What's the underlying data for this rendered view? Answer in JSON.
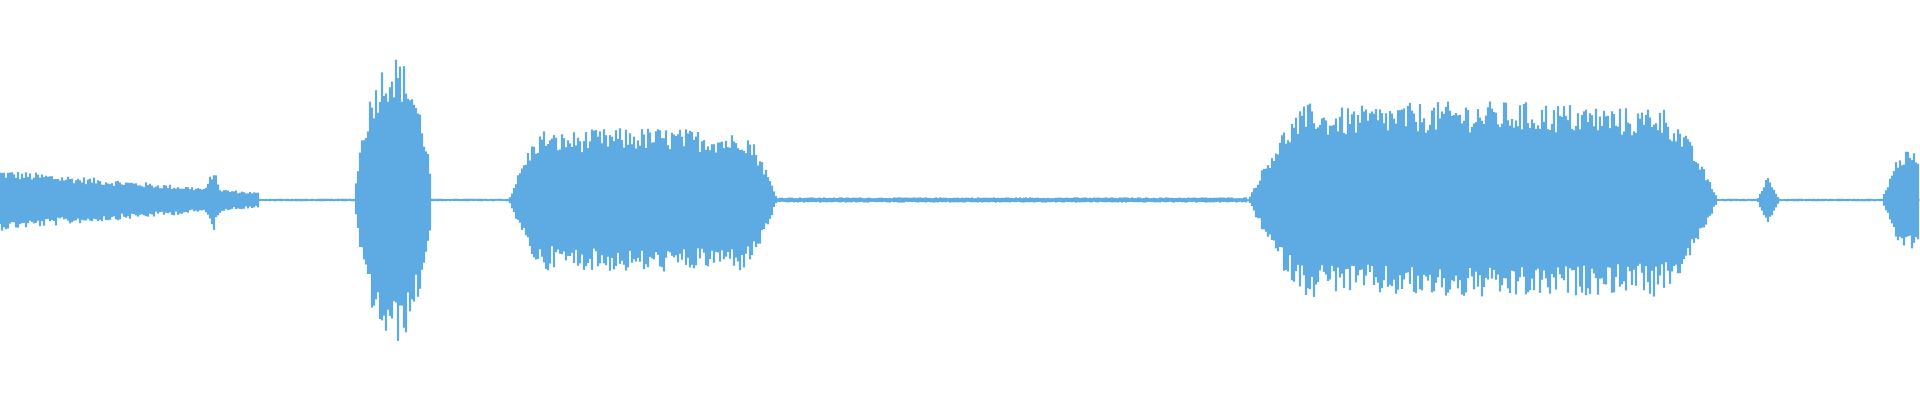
{
  "waveform": {
    "color": "#5dabe2",
    "background": "#ffffff",
    "segments": [
      {
        "name": "segment-1",
        "start": 0.0,
        "end": 0.135,
        "peak": 0.14
      },
      {
        "name": "segment-2",
        "start": 0.185,
        "end": 0.225,
        "peak": 0.66
      },
      {
        "name": "segment-3",
        "start": 0.265,
        "end": 0.405,
        "peak": 0.33
      },
      {
        "name": "segment-4",
        "start": 0.65,
        "end": 0.895,
        "peak": 0.45
      },
      {
        "name": "segment-5",
        "start": 0.98,
        "end": 1.0,
        "peak": 0.22
      }
    ],
    "blips": [
      {
        "name": "blip-1",
        "position": 0.111,
        "peak": 0.15
      },
      {
        "name": "blip-2",
        "position": 0.921,
        "peak": 0.12
      }
    ]
  }
}
